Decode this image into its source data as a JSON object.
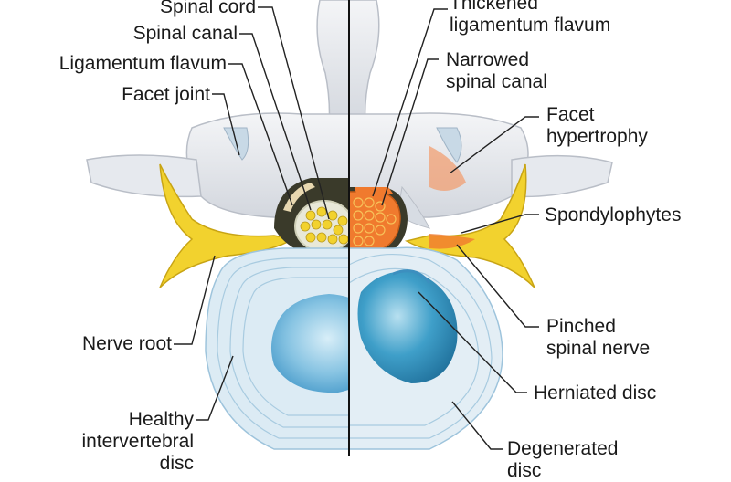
{
  "labels": {
    "spinal_cord": "Spinal cord",
    "spinal_canal": "Spinal canal",
    "ligamentum_flavum": "Ligamentum flavum",
    "facet_joint": "Facet joint",
    "nerve_root": "Nerve root",
    "healthy_disc_line1": "Healthy",
    "healthy_disc_line2": "intervertebral",
    "healthy_disc_line3": "disc",
    "thickened_line1": "Thickened",
    "thickened_line2": "ligamentum flavum",
    "narrowed_line1": "Narrowed",
    "narrowed_line2": "spinal canal",
    "facet_hyp_line1": "Facet",
    "facet_hyp_line2": "hypertrophy",
    "spondylophytes": "Spondylophytes",
    "pinched_line1": "Pinched",
    "pinched_line2": "spinal nerve",
    "herniated_disc": "Herniated disc",
    "degenerated_line1": "Degenerated",
    "degenerated_line2": "disc"
  },
  "colors": {
    "bone": "#e9ebee",
    "bone_shade": "#c9ced6",
    "nerve": "#f2d22e",
    "disc_outer": "#dcebf4",
    "disc_core": "#6fb6d9",
    "inflamed": "#f07a2e",
    "canal": "#3a3a2a",
    "leader": "#222222"
  }
}
